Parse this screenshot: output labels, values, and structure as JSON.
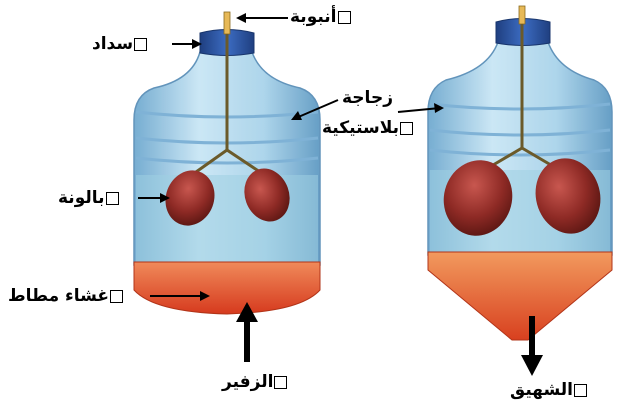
{
  "labels": {
    "tube": "أنبوبة",
    "stopper": "سداد",
    "bottle_line1": "زجاجة",
    "bottle_line2": "بلاستيكية",
    "balloon": "بالونة",
    "membrane": "غشاء مطاط",
    "exhale": "الزفير",
    "inhale": "الشهيق"
  },
  "colors": {
    "bottle_body": "#a9d3ea",
    "bottle_dark": "#6fa9cf",
    "cap": "#2b58a8",
    "balloon": "#8e2a25",
    "membrane": "#e0502a",
    "tube": "#6b5a2a"
  }
}
